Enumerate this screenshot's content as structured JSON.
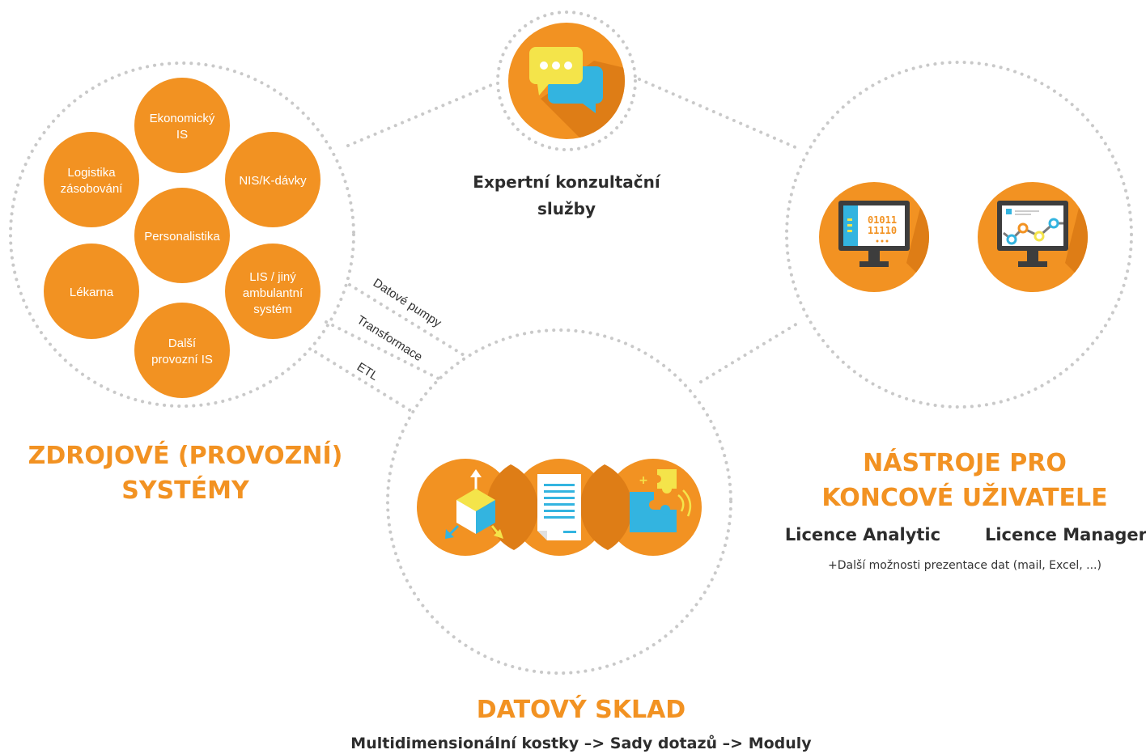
{
  "colors": {
    "orange": "#f29222",
    "orange_dark": "#de7d16",
    "yellow": "#f4e44a",
    "blue": "#33b4e0",
    "dots": "#c9c9c9",
    "text_dark": "#2d2d2d"
  },
  "expert": {
    "icon": "chat-bubbles-icon",
    "label_line1": "Expertní konzultační",
    "label_line2": "služby"
  },
  "sources": {
    "title_line1": "ZDROJOVÉ (PROVOZNÍ)",
    "title_line2": "SYSTÉMY",
    "nodes": [
      {
        "lines": [
          "Ekonomický",
          "IS"
        ]
      },
      {
        "lines": [
          "Logistika",
          "zásobování"
        ]
      },
      {
        "lines": [
          "NIS/K-dávky"
        ]
      },
      {
        "lines": [
          "Personalistika"
        ]
      },
      {
        "lines": [
          "LIS / jiný",
          "ambulantní",
          "systém"
        ]
      },
      {
        "lines": [
          "Lékarna"
        ]
      },
      {
        "lines": [
          "Další",
          "provozní IS"
        ]
      }
    ]
  },
  "pipes": {
    "data_pumps": "Datové pumpy",
    "transform": "Transformace",
    "etl": "ETL"
  },
  "tools": {
    "title_line1": "NÁSTROJE PRO",
    "title_line2": "KONCOVÉ UŽIVATELE",
    "licence_analytic": "Licence Analytic",
    "licence_manager": "Licence Manager",
    "note": "+Další možnosti prezentace dat (mail, Excel, ...)",
    "icons": [
      "binary-monitor-icon",
      "line-chart-monitor-icon"
    ]
  },
  "warehouse": {
    "title": "DATOVÝ SKLAD",
    "subtitle": "Multidimensionální kostky –> Sady dotazů –> Moduly",
    "icons": [
      "cube-icon",
      "document-icon",
      "puzzle-icon"
    ]
  }
}
